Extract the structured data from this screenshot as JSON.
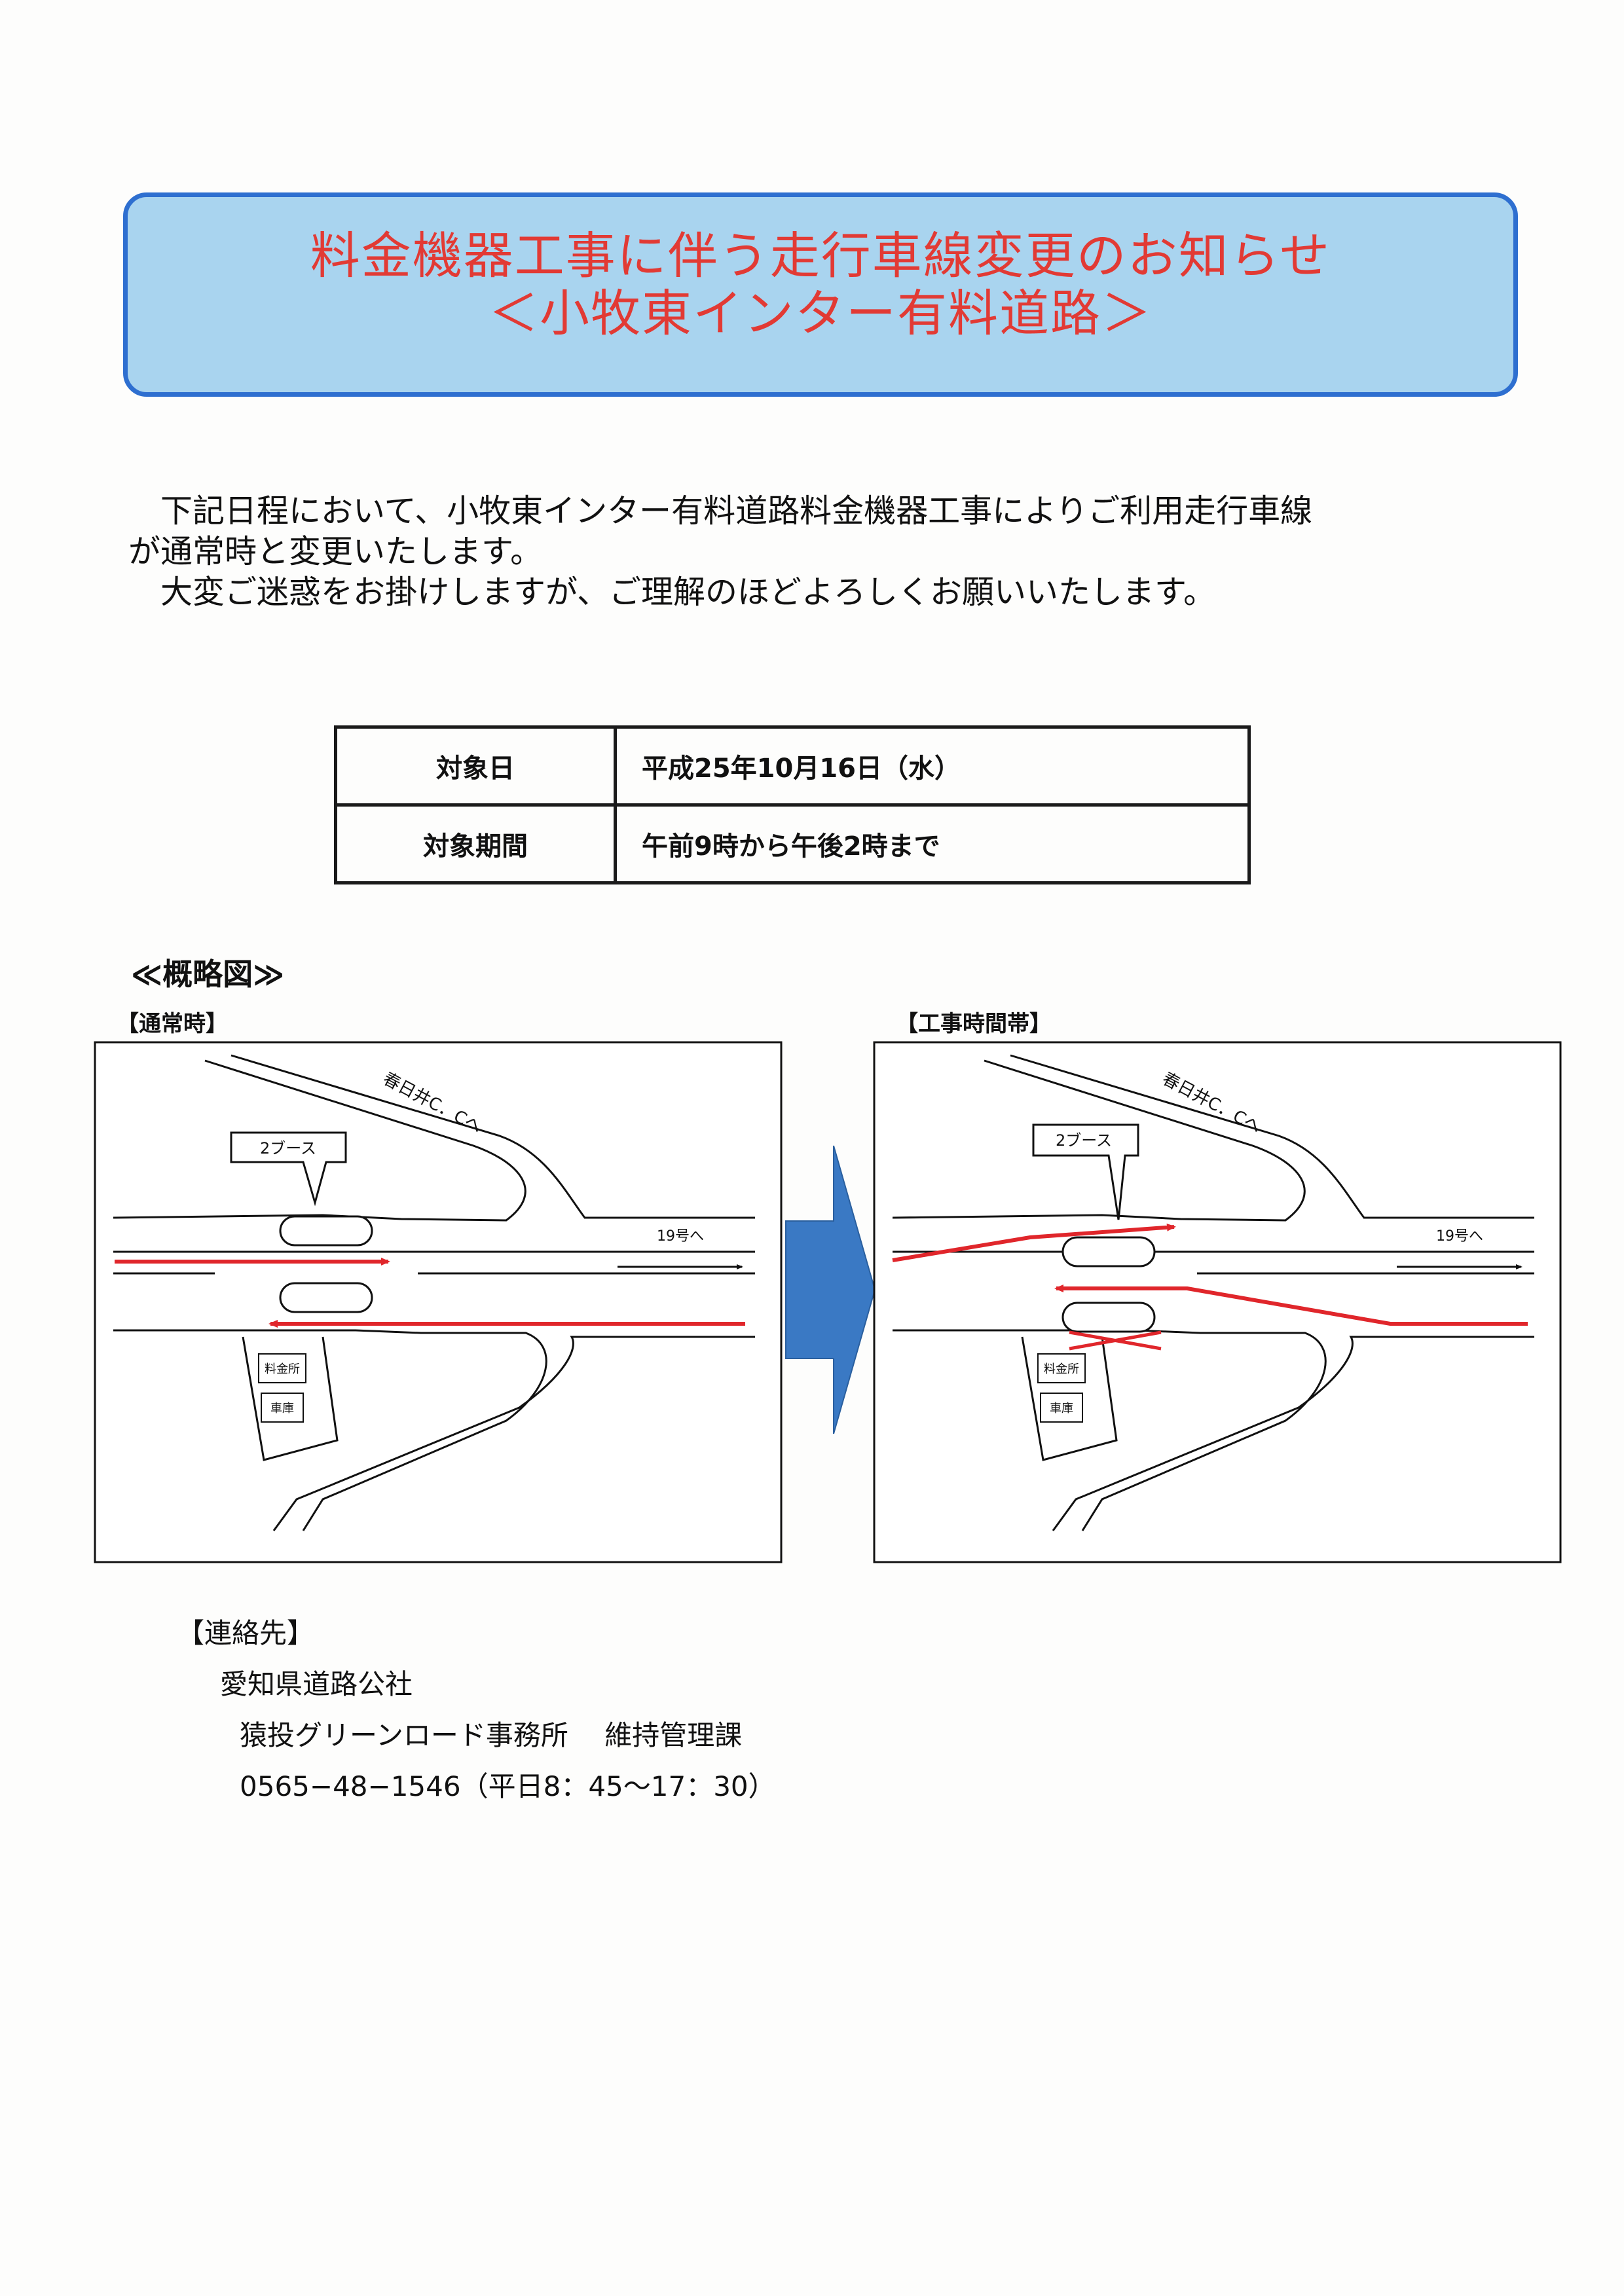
{
  "banner": {
    "line1": "料金機器工事に伴う走行車線変更のお知らせ",
    "line2": "＜小牧東インター有料道路＞"
  },
  "body": {
    "line1": "　下記日程において、小牧東インター有料道路料金機器工事によりご利用走行車線",
    "line2": "が通常時と変更いたします。",
    "line3": "　大変ご迷惑をお掛けしますが、ご理解のほどよろしくお願いいたします。"
  },
  "schedule": {
    "rows": [
      {
        "label": "対象日",
        "value": "平成25年10月16日（水）"
      },
      {
        "label": "対象期間",
        "value": "午前9時から午後2時まで"
      }
    ]
  },
  "overview": {
    "title": "≪概略図≫",
    "normal": {
      "label": "【通常時】",
      "booth": "2ブース",
      "to_kasugai": "春日井C．Cへ",
      "to_route19": "19号へ",
      "tollbooth": "料金所",
      "garage": "車庫"
    },
    "construction": {
      "label": "【工事時間帯】",
      "booth": "2ブース",
      "to_kasugai": "春日井C．Cへ",
      "to_route19": "19号へ",
      "tollbooth": "料金所",
      "garage": "車庫"
    }
  },
  "contact": {
    "heading": "【連絡先】",
    "org": "愛知県道路公社",
    "office": "猿投グリーンロード事務所　 維持管理課",
    "phone": "0565−48−1546（平日8：45〜17：30）"
  },
  "colors": {
    "banner_fill": "#a9d4ef",
    "banner_border": "#2e6fd0",
    "banner_text": "#e23a34",
    "lane_arrow": "#e0262b",
    "transition_arrow": "#3a79c4"
  }
}
